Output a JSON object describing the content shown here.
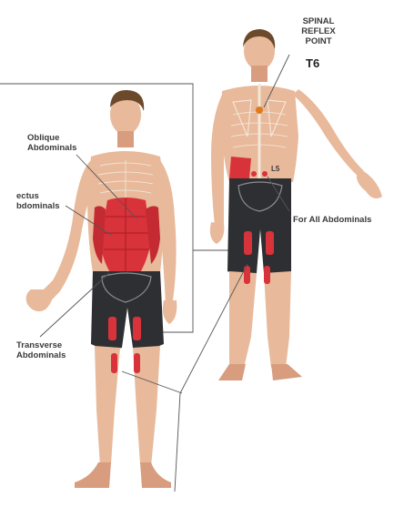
{
  "labels": {
    "spinal_reflex_point": "SPINAL\nREFLEX\nPOINT",
    "t6": "T6",
    "oblique": "Oblique\nAbdominals",
    "rectus": "ectus\nbdominals",
    "transverse": "Transverse\nAbdominals",
    "l5": "L5",
    "for_all": "For All Abdominals"
  },
  "colors": {
    "skin": "#e8b99a",
    "skin_shade": "#d79d7e",
    "hair": "#6b4a2c",
    "shorts": "#2e2f33",
    "muscle": "#d8323a",
    "muscle_dark": "#a81c24",
    "bone": "#f3e7d8",
    "point": "#e07a1a"
  }
}
